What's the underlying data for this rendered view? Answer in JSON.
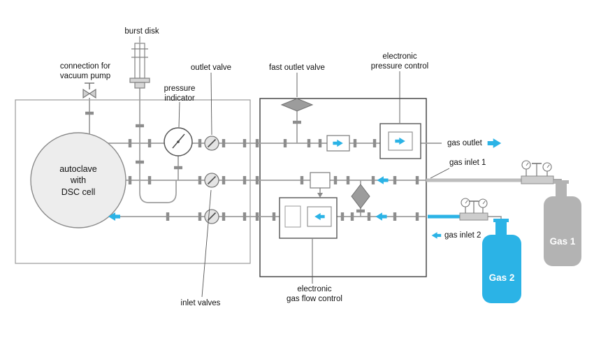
{
  "labels": {
    "burst_disk": "burst disk",
    "vacuum_pump": "connection for\nvacuum pump",
    "pressure_indicator": "pressure\nindicator",
    "outlet_valve": "outlet valve",
    "fast_outlet_valve": "fast outlet valve",
    "electronic_pressure_control": "electronic\npressure control",
    "gas_outlet": "gas outlet",
    "gas_inlet_1": "gas inlet 1",
    "gas_inlet_2": "gas inlet 2",
    "inlet_valves": "inlet valves",
    "electronic_gas_flow_control": "electronic\ngas flow control",
    "autoclave": "autoclave\nwith\nDSC cell"
  },
  "bottles": [
    {
      "name": "Gas 1",
      "color": "#b3b3b3"
    },
    {
      "name": "Gas 2",
      "color": "#2bb3e6"
    }
  ],
  "colors": {
    "flow_arrow": "#2bb3e6",
    "pipe": "#9e9e9e",
    "component_gray": "#9c9c9c",
    "gas1_bottle": "#b3b3b3",
    "gas2_bottle": "#2bb3e6"
  }
}
